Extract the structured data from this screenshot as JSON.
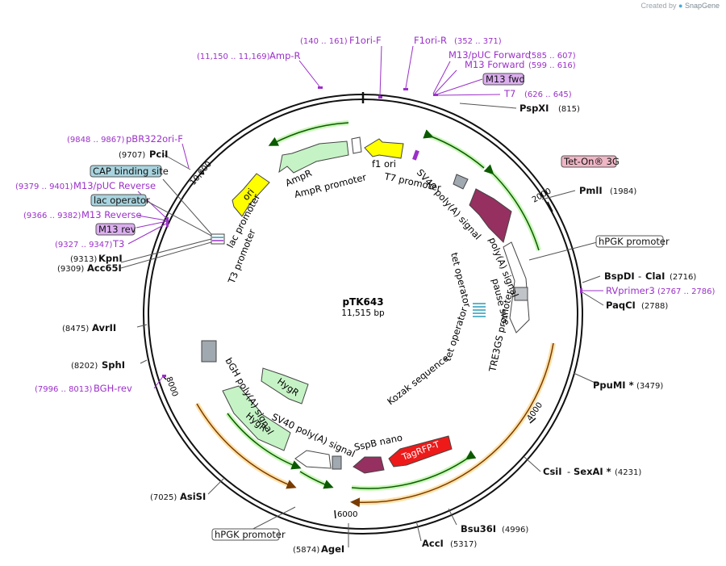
{
  "credit": {
    "prefix": "Created by",
    "brand": "SnapGene"
  },
  "plasmid": {
    "name": "pTK643",
    "size_label": "11,515 bp",
    "length": 11515
  },
  "colors": {
    "purple": "#9b30c9",
    "sites": "#111111",
    "green_arc": "#3aa827",
    "orange_arc": "#cc7a00",
    "hpgk_label": "#ffffff",
    "tet_on_fill": "#efb6c6",
    "blue_fill": "#a9d4df",
    "m13_fill": "#dcaef0",
    "polyA": "#963060",
    "tag_red": "#ee1a1a",
    "ampr_fill": "#c6f3c6",
    "yellow": "#ffff00"
  },
  "ticks": [
    {
      "label": "2000",
      "bp": 2000
    },
    {
      "label": "4000",
      "bp": 4000
    },
    {
      "label": "6000",
      "bp": 6000
    },
    {
      "label": "8000",
      "bp": 8000
    },
    {
      "label": "10,000",
      "bp": 10000
    }
  ],
  "top_primers": [
    {
      "range": "(11,150 .. 11,169)",
      "name": "Amp-R"
    },
    {
      "range": "(140 .. 161)",
      "name": "F1ori-F"
    },
    {
      "range": "(352 .. 371)",
      "name": "F1ori-R"
    },
    {
      "range": "(585 .. 607)",
      "name": "M13/pUC Forward"
    },
    {
      "range": "(599 .. 616)",
      "name": "M13 Forward"
    },
    {
      "name": "M13 fwd"
    },
    {
      "range": "(626 .. 645)",
      "name": "T7"
    }
  ],
  "right_sites": [
    {
      "name": "PspXI",
      "pos": "(815)"
    },
    {
      "name": "Tet-On® 3G"
    },
    {
      "name": "PmlI",
      "pos": "(1984)"
    },
    {
      "name": "hPGK promoter"
    },
    {
      "name": "BspDI",
      "sep": "-",
      "name2": "ClaI",
      "pos": "(2716)"
    },
    {
      "name": "RVprimer3",
      "pos": "(2767 .. 2786)"
    },
    {
      "name": "PaqCI",
      "pos": "(2788)"
    },
    {
      "name": "PpuMI *",
      "pos": "(3479)"
    },
    {
      "name": "CsiI",
      "sep": "-",
      "name2": "SexAI *",
      "pos": "(4231)"
    },
    {
      "name": "Bsu36I",
      "pos": "(4996)"
    },
    {
      "name": "AccI",
      "pos": "(5317)"
    }
  ],
  "bottom_sites": [
    {
      "name": "AgeI",
      "pos": "(5874)"
    },
    {
      "name": "hPGK promoter"
    }
  ],
  "left_sites": [
    {
      "name": "AsiSI",
      "pos": "(7025)"
    },
    {
      "name": "BGH-rev",
      "pos": "(7996 .. 8013)"
    },
    {
      "name": "SphI",
      "pos": "(8202)"
    },
    {
      "name": "AvrII",
      "pos": "(8475)"
    },
    {
      "name": "Acc65I",
      "pos": "(9309)"
    },
    {
      "name": "KpnI",
      "pos": "(9313)"
    },
    {
      "name": "T3",
      "pos": "(9327 .. 9347)"
    },
    {
      "name": "M13 rev"
    },
    {
      "name": "M13 Reverse",
      "pos": "(9366 .. 9382)"
    },
    {
      "name": "lac operator"
    },
    {
      "name": "M13/pUC Reverse",
      "pos": "(9379 .. 9401)"
    },
    {
      "name": "CAP binding site"
    },
    {
      "name": "PciI",
      "pos": "(9707)"
    },
    {
      "name": "pBR322ori-F",
      "pos": "(9848 .. 9867)"
    }
  ],
  "features": {
    "f1_ori": "f1 ori",
    "t7_promoter": "T7 promoter",
    "sv40_polya_1": "SV40 poly(A) signal",
    "polya_signal": "poly(A) signal",
    "pause_site": "pause site",
    "tre3gs_promoter": "TRE3GS promoter",
    "tet_operator_1": "tet operator",
    "tet_operator_2": "tet operator",
    "kozak": "Kozak sequence",
    "sspb_nano": "SspB nano",
    "tagrfp": "TagRFP-T",
    "sv40_polya_2": "SV40 poly(A) signal",
    "hygr_1": "HygR",
    "hygr_2": "HygR",
    "bgh_polya": "bGH poly(A) signal",
    "ampr": "AmpR",
    "ampr_promoter": "AmpR promoter",
    "ori": "ori",
    "lac_promoter": "lac promoter",
    "t3_promoter": "T3 promoter"
  }
}
